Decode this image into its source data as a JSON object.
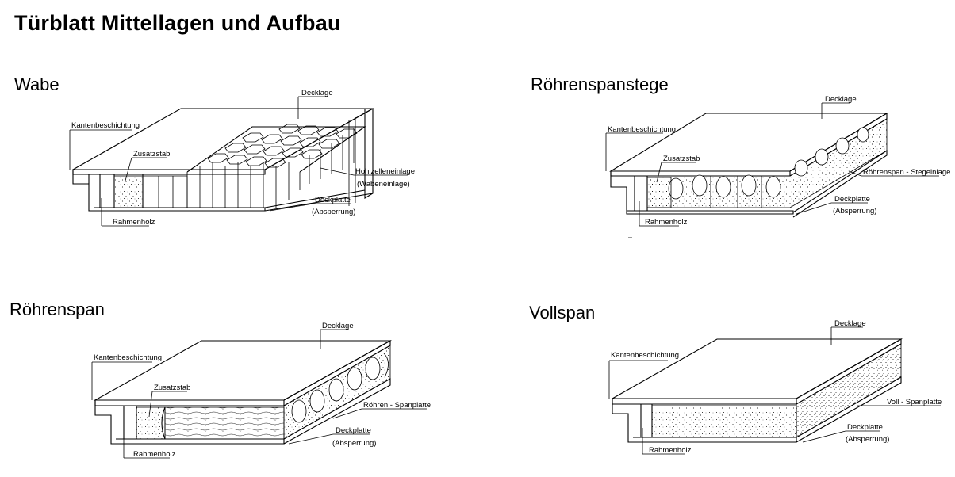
{
  "title": "Türblatt Mittellagen und Aufbau",
  "colors": {
    "ink": "#000000",
    "background": "#ffffff"
  },
  "panels": [
    {
      "id": "wabe",
      "title": "Wabe",
      "labels": {
        "decklage": "Decklage",
        "kanten": "Kantenbeschichtung",
        "zusatzstab": "Zusatzstab",
        "insert": "Hohlzelleneinlage",
        "insert_sub": "(Wabeneinlage)",
        "deckplatte": "Deckplatte",
        "deckplatte_sub": "(Absperrung)",
        "rahmenholz": "Rahmenholz"
      }
    },
    {
      "id": "roehrenspanstege",
      "title": "Röhrenspanstege",
      "labels": {
        "decklage": "Decklage",
        "kanten": "Kantenbeschichtung",
        "zusatzstab": "Zusatzstab",
        "insert": "Röhrenspan - Stegeinlage",
        "deckplatte": "Deckplatte",
        "deckplatte_sub": "(Absperrung)",
        "rahmenholz": "Rahmenholz"
      }
    },
    {
      "id": "roehrenspan",
      "title": "Röhrenspan",
      "labels": {
        "decklage": "Decklage",
        "kanten": "Kantenbeschichtung",
        "zusatzstab": "Zusatzstab",
        "insert": "Röhren - Spanplatte",
        "deckplatte": "Deckplatte",
        "deckplatte_sub": "(Absperrung)",
        "rahmenholz": "Rahmenholz"
      }
    },
    {
      "id": "vollspan",
      "title": "Vollspan",
      "labels": {
        "decklage": "Decklage",
        "kanten": "Kantenbeschichtung",
        "insert": "Voll - Spanplatte",
        "deckplatte": "Deckplatte",
        "deckplatte_sub": "(Absperrung)",
        "rahmenholz": "Rahmenholz"
      }
    }
  ]
}
